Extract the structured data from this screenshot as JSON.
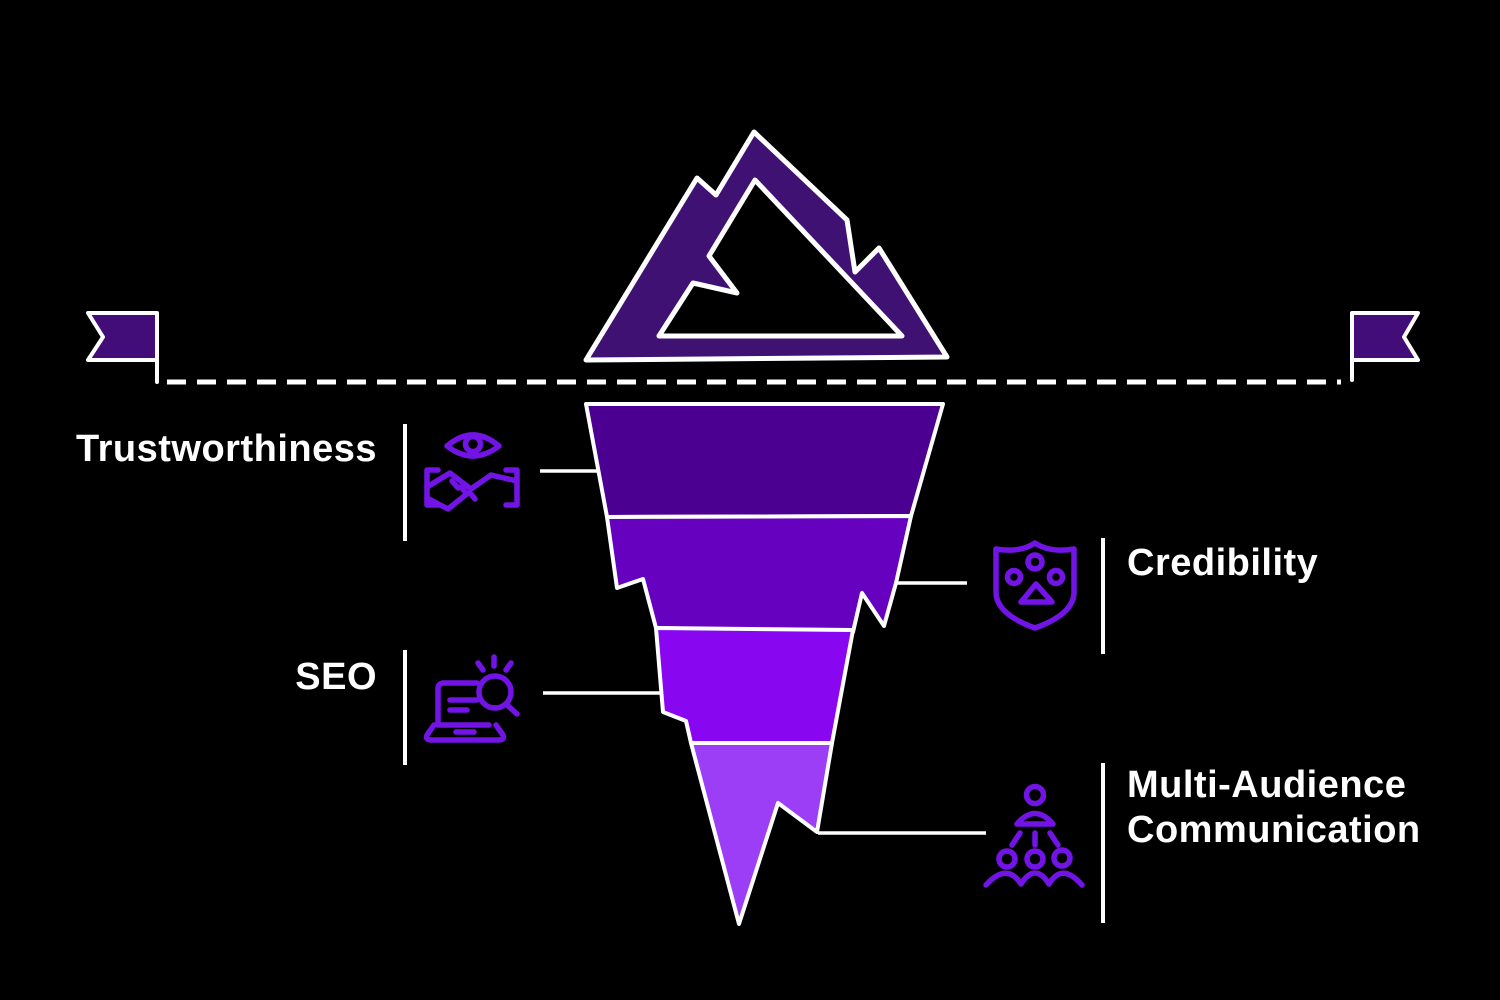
{
  "title": "Iceberg diagram - hidden factors below the waterline",
  "waterline": {
    "style": "dashed",
    "color": "#ffffff"
  },
  "mountain": {
    "name": "iceberg-peak-above-water",
    "color": "#3e1172",
    "outline": "#ffffff"
  },
  "flags": {
    "left": "flag-marker",
    "right": "flag-marker",
    "color": "#420d78",
    "outline": "#ffffff"
  },
  "levels": [
    {
      "label": "Trustworthiness",
      "color": "#4b0092",
      "icon": "eye-handshake-icon",
      "side": "left"
    },
    {
      "label": "Credibility",
      "color": "#6501bf",
      "icon": "mask-shield-icon",
      "side": "right"
    },
    {
      "label": "SEO",
      "color": "#8806f0",
      "icon": "laptop-search-icon",
      "side": "left"
    },
    {
      "label": "Multi-Audience Communication",
      "label_line1": "Multi-Audience",
      "label_line2": "Communication",
      "color": "#9c3ef6",
      "icon": "presenter-audience-icon",
      "side": "right"
    }
  ],
  "colors": {
    "background": "#000000",
    "icon_stroke": "#7314e6",
    "text": "#ffffff",
    "line": "#ffffff"
  }
}
